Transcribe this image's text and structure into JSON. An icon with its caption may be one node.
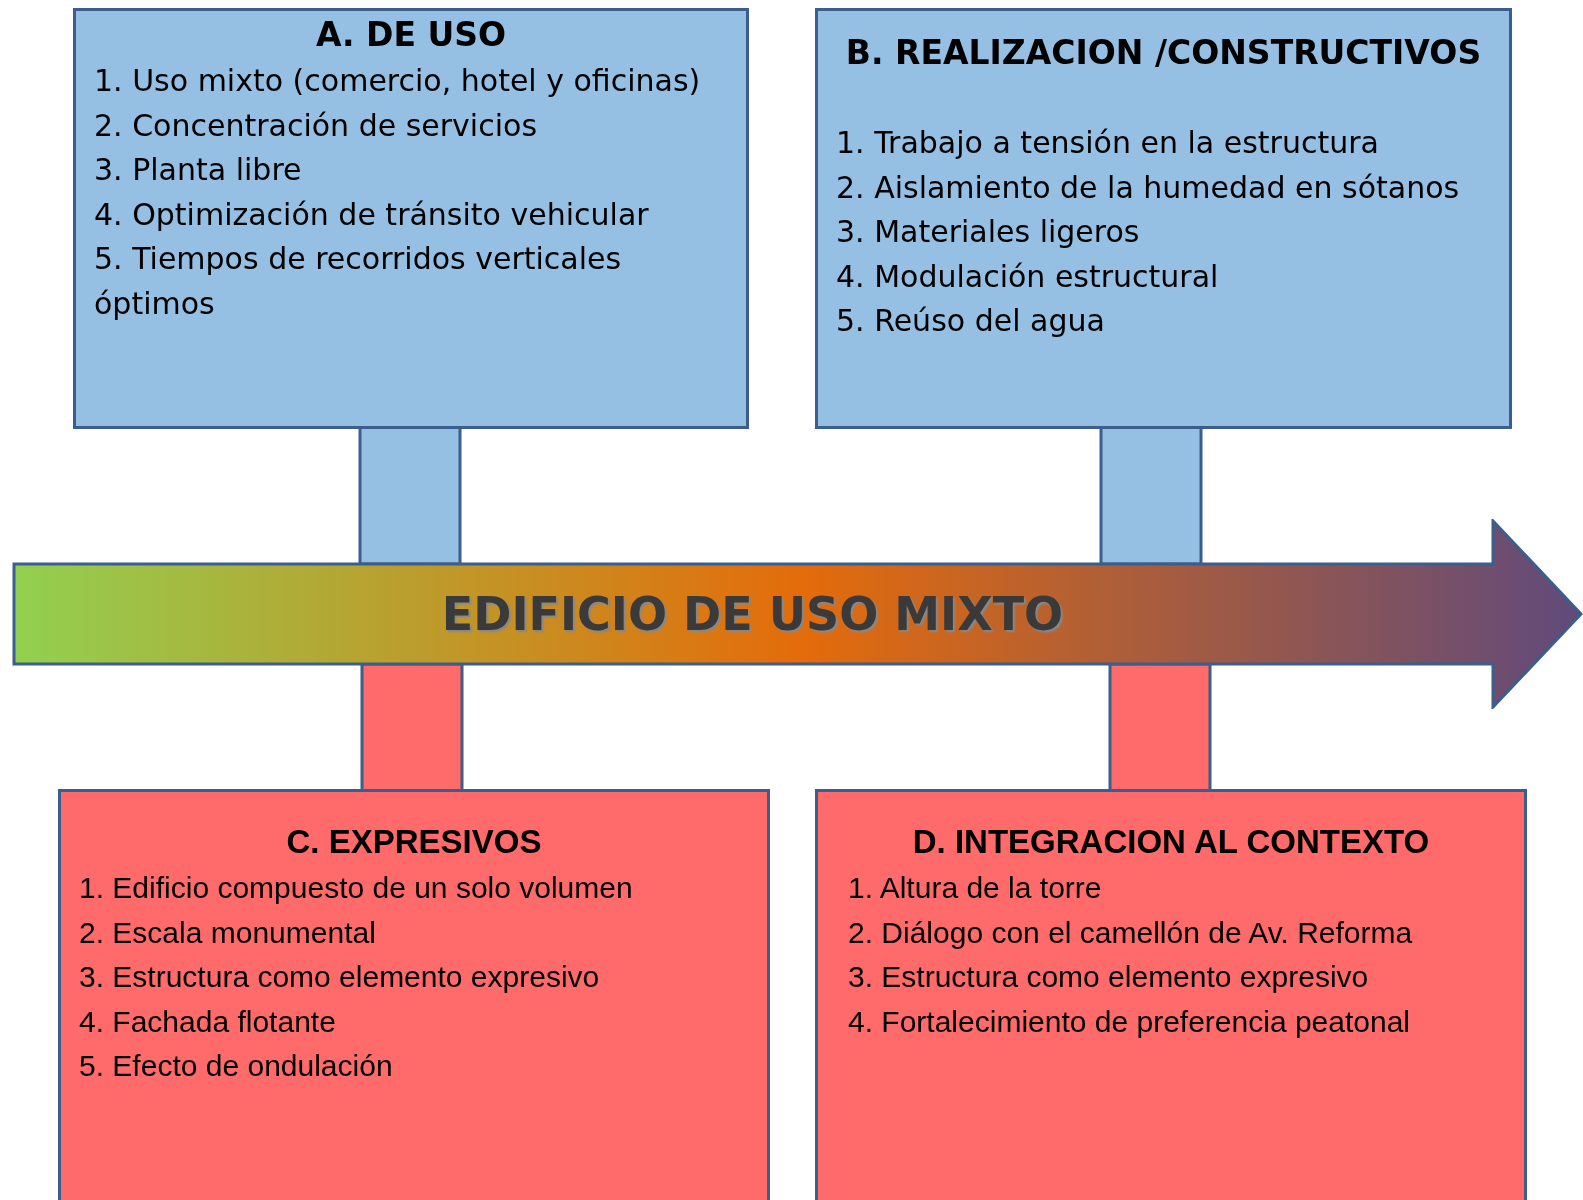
{
  "diagram": {
    "nodes": [
      {
        "text": [
          "A. DE USO",
          "1. Uso mixto (comercio, hotel y oficinas)",
          "2. Concentración de servicios",
          "3. Planta libre",
          "4. Optimización de tránsito vehicular",
          "5. Tiempos de recorridos verticales óptimos"
        ]
      },
      {
        "text": [
          "B. REALIZACION /CONSTRUCTIVOS",
          "1. Trabajo a tensión en la estructura",
          "2. Aislamiento de la humedad en sótanos",
          "3. Materiales ligeros",
          "4. Modulación estructural",
          "5. Reúso del agua"
        ]
      },
      {
        "text": [
          "EDIFICIO DE USO MIXTO"
        ]
      },
      {
        "text": [
          "C. EXPRESIVOS",
          "1. Edificio compuesto de un solo volumen",
          "2. Escala monumental",
          "3. Estructura como elemento expresivo",
          "4. Fachada flotante",
          "5. Efecto de ondulación"
        ]
      },
      {
        "text": [
          "D.  INTEGRACION AL CONTEXTO",
          "1. Altura de la torre",
          "2. Diálogo con el camellón de Av. Reforma",
          "3. Estructura como elemento expresivo",
          "4. Fortalecimiento de preferencia peatonal"
        ]
      }
    ],
    "edges": [
      {
        "from": 0,
        "to": 2,
        "arrow": "none",
        "style": "thick",
        "color": "#95c0e4"
      },
      {
        "from": 1,
        "to": 2,
        "arrow": "none",
        "style": "thick",
        "color": "#95c0e4"
      },
      {
        "from": 3,
        "to": 2,
        "arrow": "none",
        "style": "thick",
        "color": "#ff6b6b"
      },
      {
        "from": 4,
        "to": 2,
        "arrow": "none",
        "style": "thick",
        "color": "#ff6b6b"
      }
    ]
  }
}
